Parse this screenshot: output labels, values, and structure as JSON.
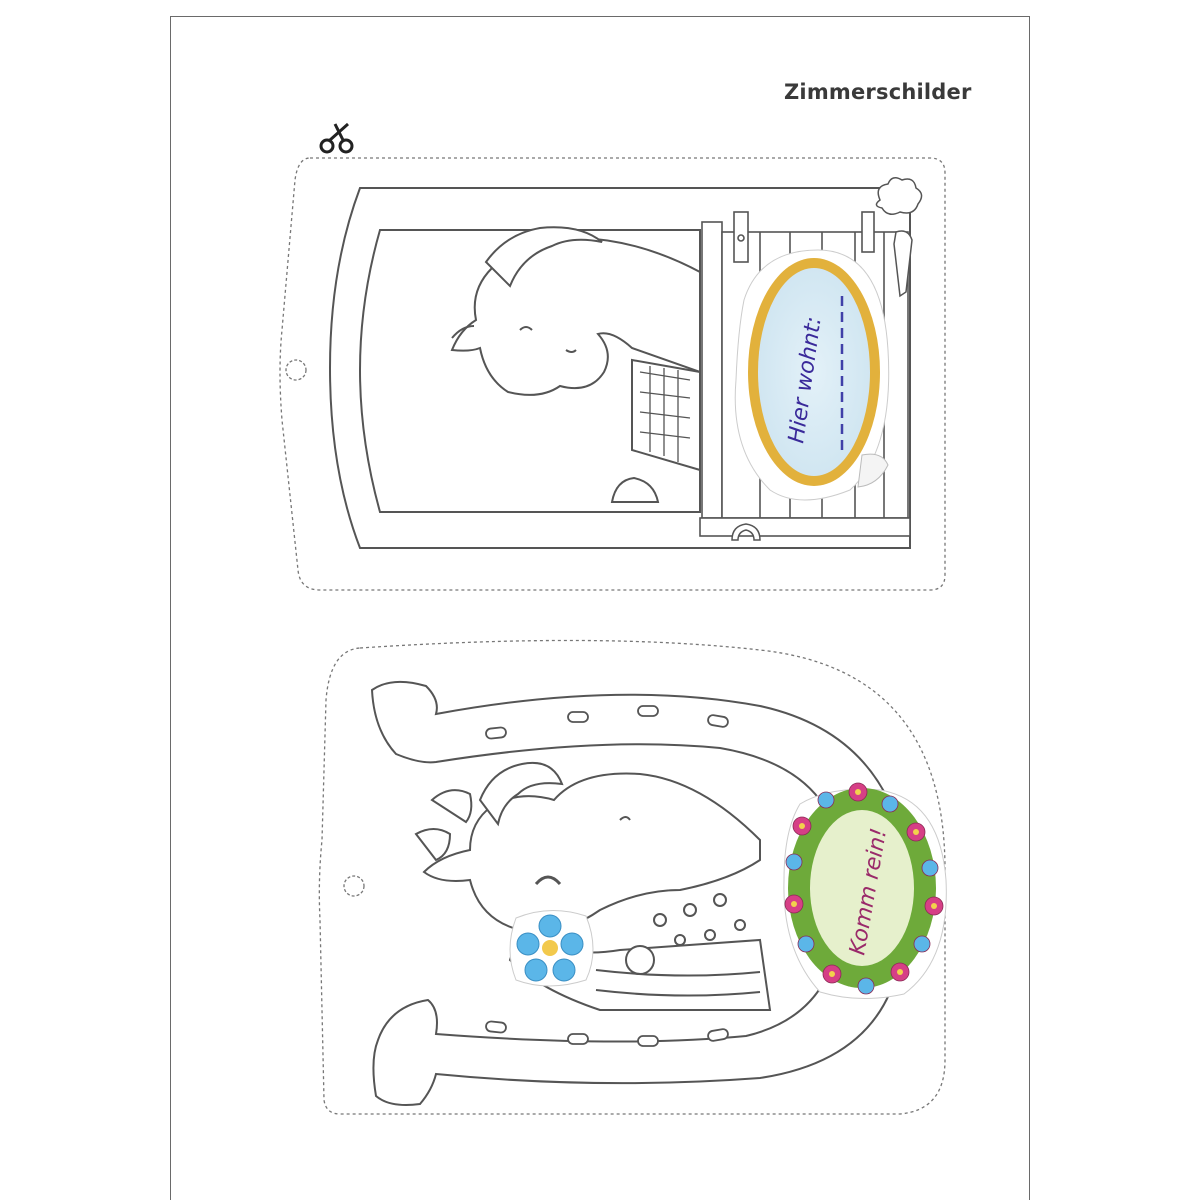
{
  "page": {
    "title": "Zimmerschilder"
  },
  "signs": [
    {
      "shape": "stable-door",
      "motif": "horse in stable box",
      "sticker_text": "Hier wohnt:"
    },
    {
      "shape": "horseshoe",
      "motif": "pony with wreath",
      "sticker_text": "Komm rein!"
    }
  ],
  "icons": {
    "cut_marker": "scissors-icon",
    "hang_hole": "punch-hole-icon"
  },
  "colors": {
    "line": "#555555",
    "oval_frame": "#e2b13c",
    "oval_fill": "#d9ebf5",
    "wreath_fill": "#e6f0cc",
    "flower_pink": "#d63f86",
    "flower_blue": "#5bb6e8"
  }
}
